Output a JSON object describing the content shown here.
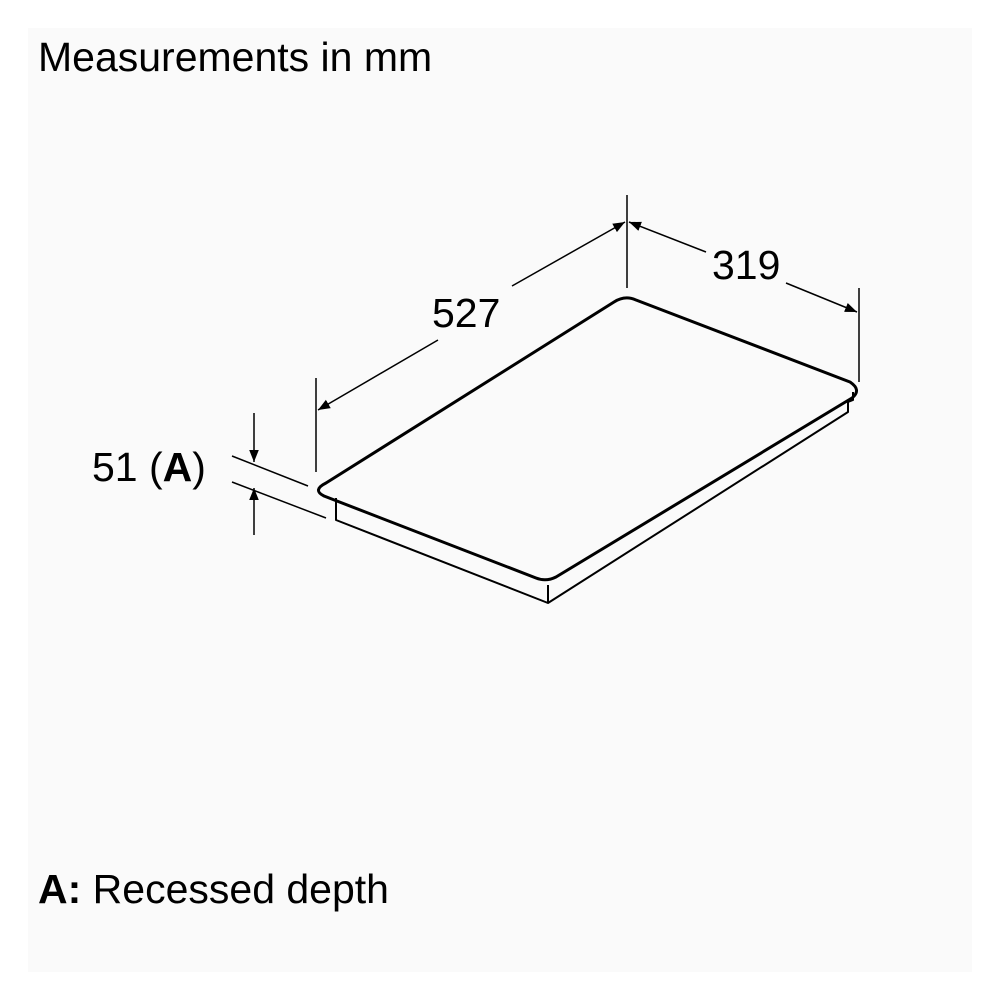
{
  "title": "Measurements in mm",
  "dimensions": {
    "width": "527",
    "depth": "319",
    "height_value": "51 (",
    "height_key": "A",
    "height_close": ")"
  },
  "legend": {
    "key": "A:",
    "text": "Recessed depth"
  }
}
